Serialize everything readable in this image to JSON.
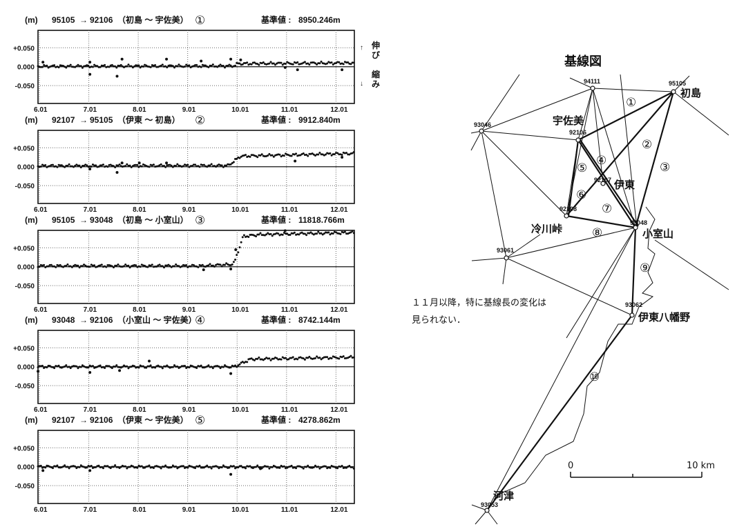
{
  "legend": {
    "up_arrow": "↑",
    "up_label": "伸び",
    "down_arrow": "↓",
    "down_label": "縮み"
  },
  "chart_data": [
    {
      "type": "scatter",
      "unit_label": "(m)",
      "from": "95105",
      "arrow": "→",
      "to": "92106",
      "pair": "（初島 ～ 宇佐美）",
      "number": "①",
      "ref_label": "基準値 :",
      "ref_value": "8950.246m",
      "xticks": [
        {
          "v": 6,
          "label": "6.01"
        },
        {
          "v": 7,
          "label": "7.01"
        },
        {
          "v": 8,
          "label": "8.01"
        },
        {
          "v": 9,
          "label": "9.01"
        },
        {
          "v": 10,
          "label": "10.01"
        },
        {
          "v": 11,
          "label": "11.01"
        },
        {
          "v": 12,
          "label": "12.01"
        }
      ],
      "yticks": [
        {
          "v": 0.05,
          "label": "+0.050"
        },
        {
          "v": 0,
          "label": "0.000"
        },
        {
          "v": -0.05,
          "label": "-0.050"
        }
      ],
      "xlim": [
        6.0,
        12.4
      ],
      "ylim": [
        -0.097,
        0.096
      ],
      "trend": [
        [
          6.0,
          0.001
        ],
        [
          9.95,
          0.002
        ],
        [
          10.05,
          0.008
        ],
        [
          12.4,
          0.01
        ]
      ],
      "outliers": [
        [
          6.1,
          0.012
        ],
        [
          7.05,
          -0.02
        ],
        [
          7.05,
          0.012
        ],
        [
          7.6,
          -0.025
        ],
        [
          7.7,
          0.02
        ],
        [
          8.6,
          0.02
        ],
        [
          9.3,
          0.015
        ],
        [
          9.9,
          0.02
        ],
        [
          10.1,
          0.018
        ],
        [
          11.0,
          -0.002
        ],
        [
          11.25,
          -0.008
        ],
        [
          12.15,
          -0.008
        ]
      ]
    },
    {
      "type": "scatter",
      "unit_label": "(m)",
      "from": "92107",
      "arrow": "→",
      "to": "95105",
      "pair": "（伊東 ～ 初島）",
      "number": "②",
      "ref_label": "基準値 :",
      "ref_value": "9912.840m",
      "xticks": [
        {
          "v": 6,
          "label": "6.01"
        },
        {
          "v": 7,
          "label": "7.01"
        },
        {
          "v": 8,
          "label": "8.01"
        },
        {
          "v": 9,
          "label": "9.01"
        },
        {
          "v": 10,
          "label": "10.01"
        },
        {
          "v": 11,
          "label": "11.01"
        },
        {
          "v": 12,
          "label": "12.01"
        }
      ],
      "yticks": [
        {
          "v": 0.05,
          "label": "+0.050"
        },
        {
          "v": 0,
          "label": "0.000"
        },
        {
          "v": -0.05,
          "label": "-0.050"
        }
      ],
      "xlim": [
        6.0,
        12.4
      ],
      "ylim": [
        -0.097,
        0.096
      ],
      "trend": [
        [
          6.0,
          0.002
        ],
        [
          9.85,
          0.003
        ],
        [
          10.1,
          0.028
        ],
        [
          12.4,
          0.035
        ]
      ],
      "outliers": [
        [
          7.05,
          -0.006
        ],
        [
          7.6,
          -0.015
        ],
        [
          7.7,
          0.01
        ],
        [
          8.05,
          0.01
        ],
        [
          8.6,
          0.01
        ],
        [
          11.2,
          0.015
        ],
        [
          12.15,
          0.025
        ]
      ]
    },
    {
      "type": "scatter",
      "unit_label": "(m)",
      "from": "95105",
      "arrow": "→",
      "to": "93048",
      "pair": "（初島 ～ 小室山）",
      "number": "③",
      "ref_label": "基準値 :",
      "ref_value": "11818.766m",
      "xticks": [
        {
          "v": 6,
          "label": "6.01"
        },
        {
          "v": 7,
          "label": "7.01"
        },
        {
          "v": 8,
          "label": "8.01"
        },
        {
          "v": 9,
          "label": "9.01"
        },
        {
          "v": 10,
          "label": "10.01"
        },
        {
          "v": 11,
          "label": "11.01"
        },
        {
          "v": 12,
          "label": "12.01"
        }
      ],
      "yticks": [
        {
          "v": 0.05,
          "label": "+0.050"
        },
        {
          "v": 0,
          "label": "0.000"
        },
        {
          "v": -0.05,
          "label": "-0.050"
        }
      ],
      "xlim": [
        6.0,
        12.4
      ],
      "ylim": [
        -0.097,
        0.096
      ],
      "trend": [
        [
          6.0,
          0.002
        ],
        [
          9.3,
          0.002
        ],
        [
          9.9,
          0.006
        ],
        [
          9.97,
          0.01
        ],
        [
          10.15,
          0.08
        ],
        [
          10.5,
          0.085
        ],
        [
          12.4,
          0.09
        ]
      ],
      "outliers": [
        [
          9.35,
          -0.008
        ],
        [
          9.9,
          -0.006
        ],
        [
          10.0,
          0.045
        ],
        [
          11.0,
          0.095
        ]
      ]
    },
    {
      "type": "scatter",
      "unit_label": "(m)",
      "from": "93048",
      "arrow": "→",
      "to": "92106",
      "pair": "（小室山 ～ 宇佐美）",
      "number": "④",
      "ref_label": "基準値 :",
      "ref_value": "8742.144m",
      "xticks": [
        {
          "v": 6,
          "label": "6.01"
        },
        {
          "v": 7,
          "label": "7.01"
        },
        {
          "v": 8,
          "label": "8.01"
        },
        {
          "v": 9,
          "label": "9.01"
        },
        {
          "v": 10,
          "label": "10.01"
        },
        {
          "v": 11,
          "label": "11.01"
        },
        {
          "v": 12,
          "label": "12.01"
        }
      ],
      "yticks": [
        {
          "v": 0.05,
          "label": "+0.050"
        },
        {
          "v": 0,
          "label": "0.000"
        },
        {
          "v": -0.05,
          "label": "-0.050"
        }
      ],
      "xlim": [
        6.0,
        12.4
      ],
      "ylim": [
        -0.097,
        0.096
      ],
      "trend": [
        [
          6.0,
          0.0
        ],
        [
          9.97,
          0.0
        ],
        [
          10.3,
          0.02
        ],
        [
          12.4,
          0.025
        ]
      ],
      "outliers": [
        [
          6.0,
          -0.012
        ],
        [
          7.05,
          -0.015
        ],
        [
          7.65,
          -0.01
        ],
        [
          8.25,
          0.015
        ],
        [
          9.9,
          -0.018
        ]
      ]
    },
    {
      "type": "scatter",
      "unit_label": "(m)",
      "from": "92107",
      "arrow": "→",
      "to": "92106",
      "pair": "（伊東 ～ 宇佐美）",
      "number": "⑤",
      "ref_label": "基準値 :",
      "ref_value": "4278.862m",
      "xticks": [
        {
          "v": 6,
          "label": "6.01"
        },
        {
          "v": 7,
          "label": "7.01"
        },
        {
          "v": 8,
          "label": "8.01"
        },
        {
          "v": 9,
          "label": "9.01"
        },
        {
          "v": 10,
          "label": "10.01"
        },
        {
          "v": 11,
          "label": "11.01"
        },
        {
          "v": 12,
          "label": "12.01"
        }
      ],
      "yticks": [
        {
          "v": 0.05,
          "label": "+0.050"
        },
        {
          "v": 0,
          "label": "0.000"
        },
        {
          "v": -0.05,
          "label": "-0.050"
        }
      ],
      "xlim": [
        6.0,
        12.4
      ],
      "ylim": [
        -0.097,
        0.096
      ],
      "trend": [
        [
          6.0,
          0.0
        ],
        [
          12.4,
          -0.001
        ]
      ],
      "outliers": [
        [
          6.1,
          -0.01
        ],
        [
          7.05,
          -0.01
        ],
        [
          9.9,
          -0.02
        ],
        [
          10.5,
          -0.005
        ]
      ]
    }
  ],
  "map": {
    "title": "基線図",
    "places": {
      "hatsushima": "初島",
      "usami": "宇佐美",
      "ito": "伊東",
      "hiekawa": "冷川峠",
      "komuroyama": "小室山",
      "ito_yawatano": "伊東八幡野",
      "kawazu": "河津"
    },
    "stations": {
      "s94111": "94111",
      "s95105": "95105",
      "s93046": "93046",
      "s92106": "92106",
      "s92107": "92107",
      "s92108": "92108",
      "s93048": "93048",
      "s93061": "93061",
      "s93062": "93062",
      "s93053": "93053"
    },
    "baselines": [
      "①",
      "②",
      "③",
      "④",
      "⑤",
      "⑥",
      "⑦",
      "⑧",
      "⑨",
      "⑩"
    ],
    "note_line1": "１１月以降，特に基線長の変化は",
    "note_line2": "見られない．",
    "scale": {
      "zero": "0",
      "ten": "10 km"
    }
  }
}
